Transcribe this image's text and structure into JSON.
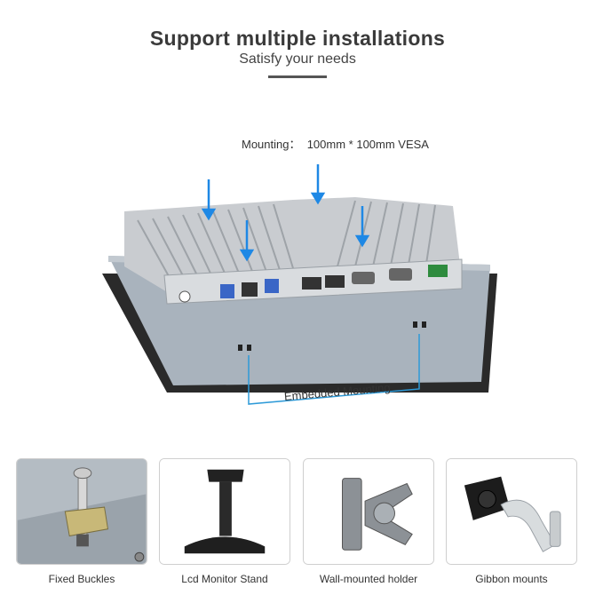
{
  "header": {
    "title": "Support multiple installations",
    "subtitle": "Satisfy your needs"
  },
  "hero": {
    "mounting_label": "Mounting：  100mm * 100mm VESA",
    "embedded_label": "Embedded Mounting"
  },
  "options": [
    {
      "label": "Fixed Buckles"
    },
    {
      "label": "Lcd Monitor Stand"
    },
    {
      "label": "Wall-mounted holder"
    },
    {
      "label": "Gibbon mounts"
    }
  ],
  "colors": {
    "accent_arrow": "#1e88e5",
    "bracket_line": "#2d9ad8",
    "chassis": "#a9b3bd",
    "heatsink": "#c9ccd0"
  }
}
